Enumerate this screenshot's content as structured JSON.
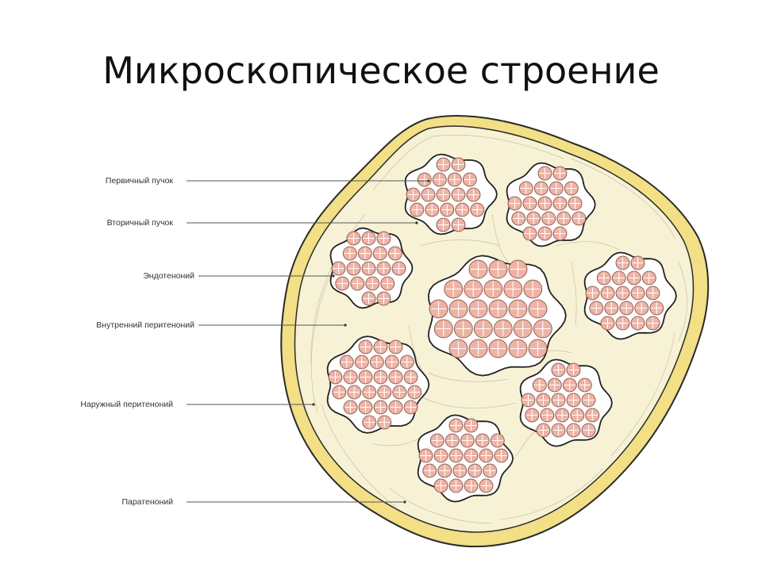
{
  "title": "Микроскопическое строение",
  "labels": {
    "primary_bundle": "Первичный пучок",
    "secondary_bundle": "Вторичный пучок",
    "endotenon": "Эндотеноний",
    "inner_peritenon": "Внутренний перитеноний",
    "outer_peritenon": "Наружный перитеноний",
    "paratenon": "Паратеноний"
  },
  "colors": {
    "paratenon": "#f2df86",
    "paratenon_stroke": "#2a2a2a",
    "tissue": "#f7f2d6",
    "fiber": "#eeb3a5",
    "fiber_stroke": "#7a4a40",
    "leader": "#555555"
  }
}
